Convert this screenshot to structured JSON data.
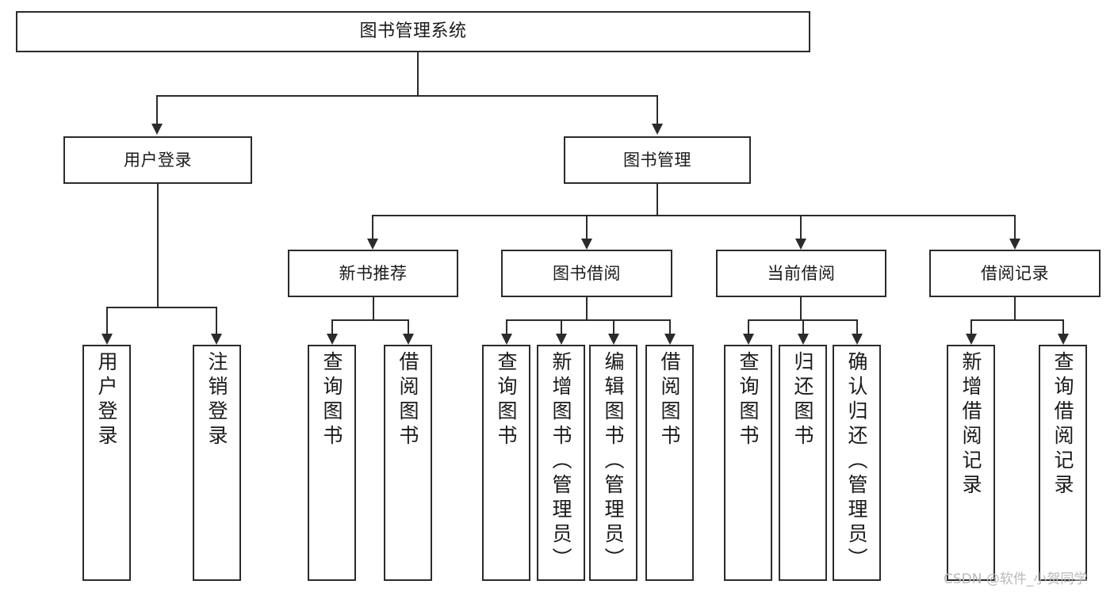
{
  "diagram": {
    "type": "tree-hierarchy-chart",
    "root": {
      "id": "root",
      "label": "图书管理系统"
    },
    "level2": [
      {
        "id": "user-login",
        "label": "用户登录"
      },
      {
        "id": "book-management",
        "label": "图书管理"
      }
    ],
    "level3": [
      {
        "id": "new-book-recommend",
        "label": "新书推荐",
        "parent": "book-management"
      },
      {
        "id": "book-borrow",
        "label": "图书借阅",
        "parent": "book-management"
      },
      {
        "id": "current-borrow",
        "label": "当前借阅",
        "parent": "book-management"
      },
      {
        "id": "borrow-record",
        "label": "借阅记录",
        "parent": "book-management"
      }
    ],
    "leaves": [
      {
        "id": "leaf-user-login",
        "label": "用户登录",
        "parent": "user-login"
      },
      {
        "id": "leaf-logout",
        "label": "注销登录",
        "parent": "user-login"
      },
      {
        "id": "leaf-query-book-new",
        "label": "查询图书",
        "parent": "new-book-recommend"
      },
      {
        "id": "leaf-borrow-book-new",
        "label": "借阅图书",
        "parent": "new-book-recommend"
      },
      {
        "id": "leaf-query-book-borrow",
        "label": "查询图书",
        "parent": "book-borrow"
      },
      {
        "id": "leaf-add-book",
        "label": "新增图书（管理员）",
        "parent": "book-borrow"
      },
      {
        "id": "leaf-edit-book",
        "label": "编辑图书（管理员）",
        "parent": "book-borrow"
      },
      {
        "id": "leaf-borrow-book",
        "label": "借阅图书",
        "parent": "book-borrow"
      },
      {
        "id": "leaf-query-book-current",
        "label": "查询图书",
        "parent": "current-borrow"
      },
      {
        "id": "leaf-return-book",
        "label": "归还图书",
        "parent": "current-borrow"
      },
      {
        "id": "leaf-confirm-return",
        "label": "确认归还（管理员）",
        "parent": "current-borrow"
      },
      {
        "id": "leaf-add-record",
        "label": "新增借阅记录",
        "parent": "borrow-record"
      },
      {
        "id": "leaf-query-record",
        "label": "查询借阅记录",
        "parent": "borrow-record"
      }
    ]
  },
  "watermark": {
    "text": "CSDN @软件_小贺同学"
  },
  "colors": {
    "border": "#2b2b2b",
    "background": "#ffffff",
    "text": "#1a1a1a",
    "watermark": "#b9b9b9"
  }
}
